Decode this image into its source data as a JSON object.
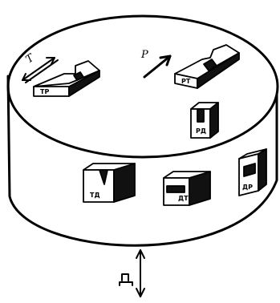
{
  "axes": {
    "tangential": "T",
    "radial": "P",
    "axial": "Д"
  },
  "pieces": [
    {
      "label": "TP"
    },
    {
      "label": "PT"
    },
    {
      "label": "PД"
    },
    {
      "label": "TД"
    },
    {
      "label": "ДT"
    },
    {
      "label": "ДP"
    }
  ]
}
